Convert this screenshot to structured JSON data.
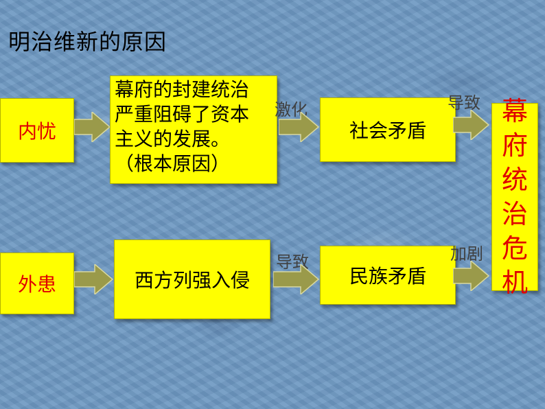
{
  "title": "明治维新的原因",
  "boxes": {
    "internal": "内忧",
    "external": "外患",
    "cause_text_line1": "幕府的封建统治",
    "cause_text_line2": "严重阻碍了资本",
    "cause_text_line3": "主义的发展。",
    "cause_text_line4": "（根本原因）",
    "west_invasion": "西方列强入侵",
    "social_conflict": "社会矛盾",
    "national_conflict": "民族矛盾",
    "crisis": [
      "幕",
      "府",
      "统",
      "治",
      "危",
      "机"
    ]
  },
  "arrow_labels": {
    "intensify": "激化",
    "lead_to_1": "导致",
    "lead_to_2": "导致",
    "aggravate": "加剧"
  },
  "colors": {
    "box_fill": "#ffff00",
    "highlight_text": "#e00000",
    "arrow_fill": "#9a9a4a"
  }
}
